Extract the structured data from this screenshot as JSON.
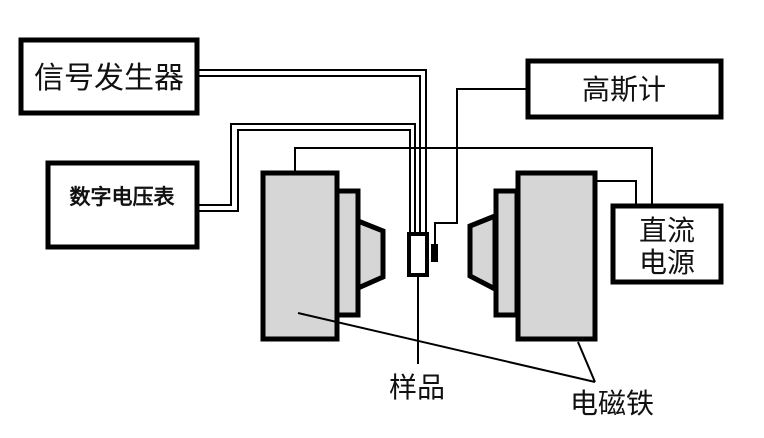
{
  "diagram": {
    "title": "",
    "colors": {
      "line": "#000000",
      "magnet_fill": "#d6d6d6",
      "background": "#ffffff"
    },
    "components": {
      "signal_generator": {
        "label": "信号发生器"
      },
      "digital_voltmeter": {
        "label": "数字电压表"
      },
      "gaussmeter": {
        "label": "高斯计"
      },
      "dc_power_supply": {
        "label_line1": "直流",
        "label_line2": "电源"
      },
      "sample": {
        "label": "样品"
      },
      "electromagnet": {
        "label": "电磁铁"
      }
    },
    "connections": [
      {
        "from": "signal_generator",
        "to": "sample",
        "type": "double-wire"
      },
      {
        "from": "digital_voltmeter",
        "to": "sample",
        "type": "double-wire"
      },
      {
        "from": "gaussmeter",
        "to": "hall-probe",
        "type": "wire"
      },
      {
        "from": "dc_power_supply",
        "to": "electromagnet-left",
        "type": "wire"
      },
      {
        "from": "dc_power_supply",
        "to": "electromagnet-right",
        "type": "wire"
      }
    ]
  }
}
